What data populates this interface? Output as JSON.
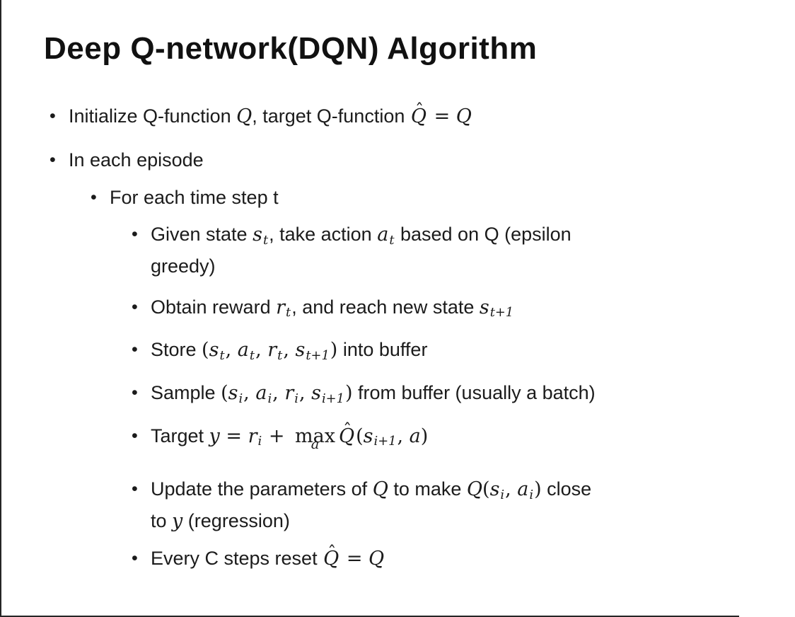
{
  "slide": {
    "title": "Deep Q-network(DQN) Algorithm",
    "bullet_glyph": "•",
    "bullets": [
      {
        "level": 1,
        "segments": [
          {
            "s": "p",
            "t": "Initialize Q-function "
          },
          {
            "s": "m",
            "t": "Q"
          },
          {
            "s": "p",
            "t": ", target Q-function "
          },
          {
            "s": "hat",
            "t": "Q"
          },
          {
            "s": "r",
            "t": " = "
          },
          {
            "s": "m",
            "t": "Q"
          }
        ]
      },
      {
        "level": 1,
        "segments": [
          {
            "s": "p",
            "t": "In each episode"
          }
        ]
      },
      {
        "level": 2,
        "segments": [
          {
            "s": "p",
            "t": "For each time step t"
          }
        ]
      },
      {
        "level": 3,
        "segments": [
          {
            "s": "p",
            "t": "Given state "
          },
          {
            "s": "m",
            "t": "s"
          },
          {
            "s": "sub",
            "t": "t"
          },
          {
            "s": "p",
            "t": ", take action "
          },
          {
            "s": "m",
            "t": "a"
          },
          {
            "s": "sub",
            "t": "t"
          },
          {
            "s": "p",
            "t": " based on Q (epsilon"
          },
          {
            "s": "br"
          },
          {
            "s": "p",
            "t": "greedy)"
          }
        ]
      },
      {
        "level": 3,
        "segments": [
          {
            "s": "p",
            "t": "Obtain reward "
          },
          {
            "s": "m",
            "t": "r"
          },
          {
            "s": "sub",
            "t": "t"
          },
          {
            "s": "p",
            "t": ", and reach new state "
          },
          {
            "s": "m",
            "t": "s"
          },
          {
            "s": "sub",
            "t": "t+1"
          }
        ]
      },
      {
        "level": 3,
        "segments": [
          {
            "s": "p",
            "t": "Store "
          },
          {
            "s": "r",
            "t": "("
          },
          {
            "s": "m",
            "t": "s"
          },
          {
            "s": "sub",
            "t": "t"
          },
          {
            "s": "r",
            "t": ", "
          },
          {
            "s": "m",
            "t": "a"
          },
          {
            "s": "sub",
            "t": "t"
          },
          {
            "s": "r",
            "t": ", "
          },
          {
            "s": "m",
            "t": "r"
          },
          {
            "s": "sub",
            "t": "t"
          },
          {
            "s": "r",
            "t": ", "
          },
          {
            "s": "m",
            "t": "s"
          },
          {
            "s": "sub",
            "t": "t+1"
          },
          {
            "s": "r",
            "t": ")"
          },
          {
            "s": "p",
            "t": " into buffer"
          }
        ]
      },
      {
        "level": 3,
        "segments": [
          {
            "s": "p",
            "t": "Sample "
          },
          {
            "s": "r",
            "t": "("
          },
          {
            "s": "m",
            "t": "s"
          },
          {
            "s": "sub",
            "t": "i"
          },
          {
            "s": "r",
            "t": ", "
          },
          {
            "s": "m",
            "t": "a"
          },
          {
            "s": "sub",
            "t": "i"
          },
          {
            "s": "r",
            "t": ", "
          },
          {
            "s": "m",
            "t": "r"
          },
          {
            "s": "sub",
            "t": "i"
          },
          {
            "s": "r",
            "t": ", "
          },
          {
            "s": "m",
            "t": "s"
          },
          {
            "s": "sub",
            "t": "i+1"
          },
          {
            "s": "r",
            "t": ")"
          },
          {
            "s": "p",
            "t": " from buffer (usually a batch)"
          }
        ]
      },
      {
        "level": 3,
        "segments": [
          {
            "s": "p",
            "t": "Target "
          },
          {
            "s": "m",
            "t": "y"
          },
          {
            "s": "r",
            "t": " = "
          },
          {
            "s": "m",
            "t": "r"
          },
          {
            "s": "sub",
            "t": "i"
          },
          {
            "s": "r",
            "t": " + "
          },
          {
            "s": "stack",
            "t": "max",
            "b": "a"
          },
          {
            "s": "hat",
            "t": "Q"
          },
          {
            "s": "r",
            "t": "("
          },
          {
            "s": "m",
            "t": "s"
          },
          {
            "s": "sub",
            "t": "i+1"
          },
          {
            "s": "r",
            "t": ", "
          },
          {
            "s": "m",
            "t": "a"
          },
          {
            "s": "r",
            "t": ")"
          }
        ]
      },
      {
        "level": 3,
        "segments": [
          {
            "s": "p",
            "t": "Update the parameters of "
          },
          {
            "s": "m",
            "t": "Q"
          },
          {
            "s": "p",
            "t": " to make "
          },
          {
            "s": "m",
            "t": "Q"
          },
          {
            "s": "r",
            "t": "("
          },
          {
            "s": "m",
            "t": "s"
          },
          {
            "s": "sub",
            "t": "i"
          },
          {
            "s": "r",
            "t": ", "
          },
          {
            "s": "m",
            "t": "a"
          },
          {
            "s": "sub",
            "t": "i"
          },
          {
            "s": "r",
            "t": ")"
          },
          {
            "s": "p",
            "t": " close"
          },
          {
            "s": "br"
          },
          {
            "s": "p",
            "t": "to "
          },
          {
            "s": "m",
            "t": "y"
          },
          {
            "s": "p",
            "t": " (regression)"
          }
        ]
      },
      {
        "level": 3,
        "segments": [
          {
            "s": "p",
            "t": "Every C steps reset "
          },
          {
            "s": "hat",
            "t": "Q"
          },
          {
            "s": "r",
            "t": " = "
          },
          {
            "s": "m",
            "t": "Q"
          }
        ]
      }
    ]
  },
  "colors": {
    "background": "#ffffff",
    "text": "#1b1b1b",
    "border": "#262626"
  },
  "icons": {
    "hat_accent": "ˆ"
  }
}
